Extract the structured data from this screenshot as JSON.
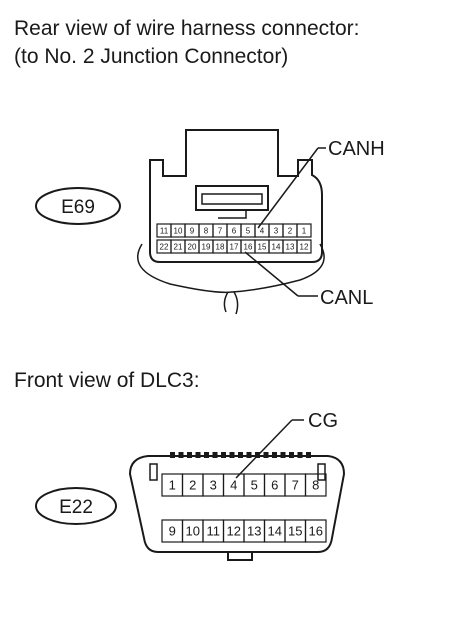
{
  "harness_section": {
    "heading_line1": "Rear view of wire harness connector:",
    "heading_line2": "(to No. 2 Junction Connector)",
    "connector_id": "E69",
    "pin_label_top": "CANH",
    "pin_label_bottom": "CANL",
    "pins_row1": [
      "11",
      "10",
      "9",
      "8",
      "7",
      "6",
      "5",
      "4",
      "3",
      "2",
      "1"
    ],
    "pins_row2": [
      "22",
      "21",
      "20",
      "19",
      "18",
      "17",
      "16",
      "15",
      "14",
      "13",
      "12"
    ]
  },
  "dlc_section": {
    "heading": "Front view of DLC3:",
    "connector_id": "E22",
    "pin_label": "CG",
    "pins_row1": [
      "1",
      "2",
      "3",
      "4",
      "5",
      "6",
      "7",
      "8"
    ],
    "pins_row2": [
      "9",
      "10",
      "11",
      "12",
      "13",
      "14",
      "15",
      "16"
    ]
  }
}
